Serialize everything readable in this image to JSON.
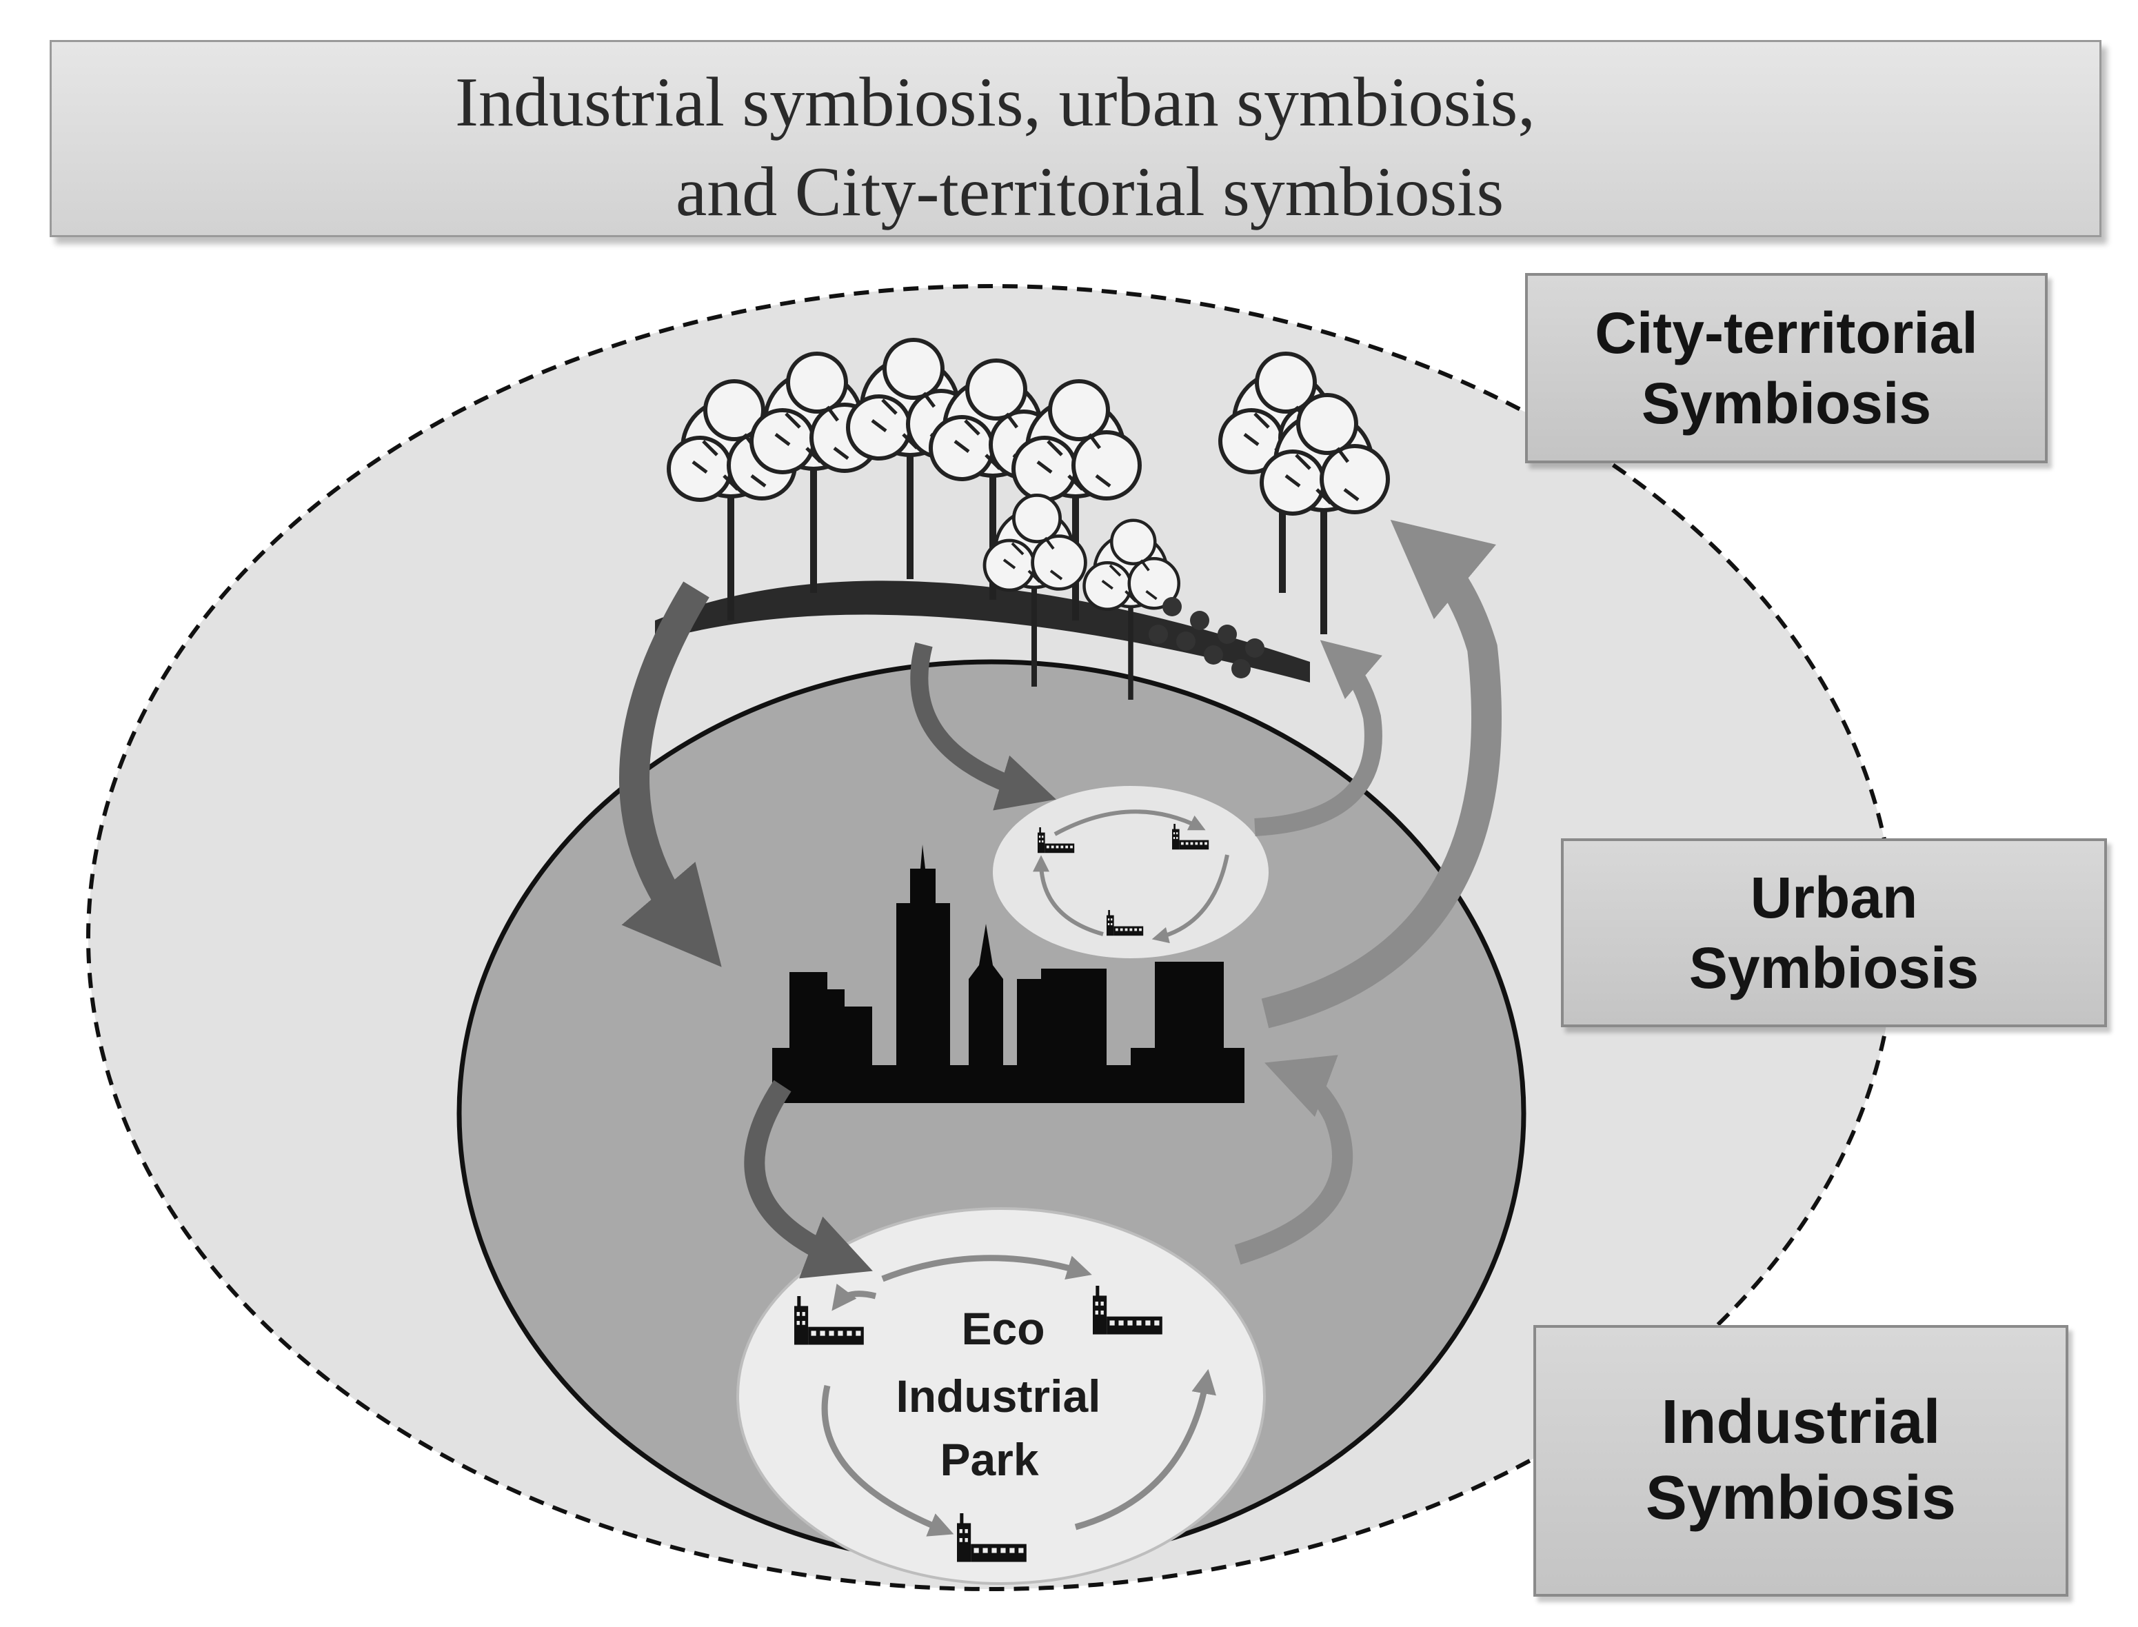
{
  "title": {
    "line1": "Industrial symbiosis, urban symbiosis,",
    "line2": "and City-territorial symbiosis"
  },
  "labels": {
    "city_territorial": [
      "City-territorial",
      "Symbiosis"
    ],
    "urban": [
      "Urban",
      "Symbiosis"
    ],
    "industrial": [
      "Industrial",
      "Symbiosis"
    ]
  },
  "park": [
    "Eco",
    "Industrial",
    "Park"
  ],
  "colors": {
    "outer_fill": "#e2e2e2",
    "urban_fill": "#a9a9a9",
    "park_fill": "#ececec",
    "arrow_dark": "#5e5e5e",
    "arrow_light": "#8c8c8c",
    "silhouette": "#0a0a0a"
  },
  "icons": [
    "forest-icon",
    "city-skyline-icon",
    "factory-icon"
  ]
}
